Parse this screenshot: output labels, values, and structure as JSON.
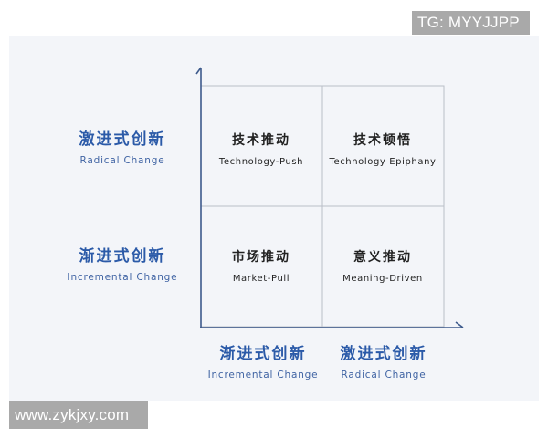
{
  "watermarks": {
    "top_right": "TG: MYYJJPP",
    "bottom_left": "www.zykjxy.com"
  },
  "y_axis": {
    "labels": [
      {
        "cn": "激进式创新",
        "en": "Radical Change"
      },
      {
        "cn": "渐进式创新",
        "en": "Incremental Change"
      }
    ]
  },
  "x_axis": {
    "labels": [
      {
        "cn": "渐进式创新",
        "en": "Incremental Change"
      },
      {
        "cn": "激进式创新",
        "en": "Radical Change"
      }
    ]
  },
  "quadrants": [
    {
      "position": "top-left",
      "cn": "技术推动",
      "en": "Technology-Push"
    },
    {
      "position": "top-right",
      "cn": "技术顿悟",
      "en": "Technology Epiphany"
    },
    {
      "position": "bottom-left",
      "cn": "市场推动",
      "en": "Market-Pull"
    },
    {
      "position": "bottom-right",
      "cn": "意义推动",
      "en": "Meaning-Driven"
    }
  ],
  "colors": {
    "axis": "#3d5a8c",
    "grid": "#b9bec8",
    "axis_label": "#2b5aa8",
    "panel_bg": "#f3f5f9"
  }
}
